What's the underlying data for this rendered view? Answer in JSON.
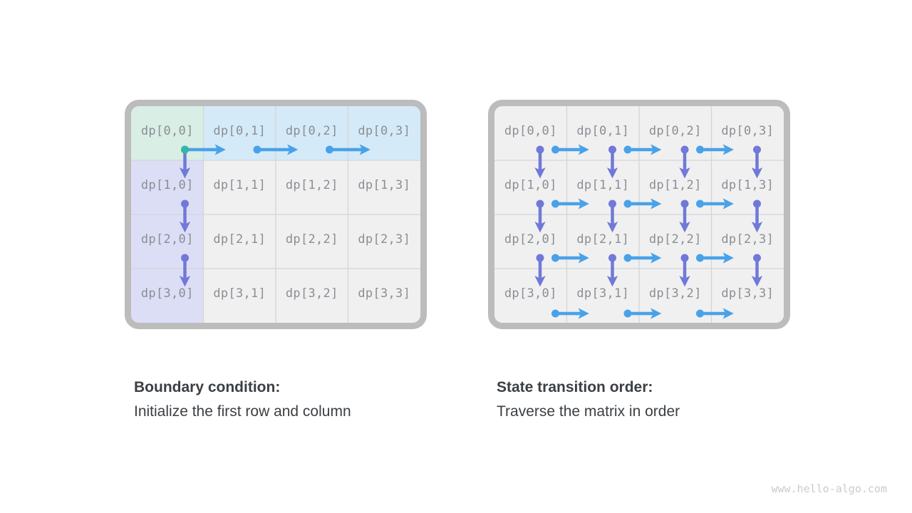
{
  "page": {
    "watermark": "www.hello-algo.com"
  },
  "colors": {
    "blue_arrow": "#49a2e9",
    "purple_arrow": "#7079d8",
    "teal_dot": "#34b8a5",
    "cell_green": "#d9eee4",
    "cell_blue": "#d5eaf8",
    "cell_lavender": "#dcdef6",
    "cell_gray": "#f0f0f1",
    "grid_line": "#d3d5d7",
    "frame": "#bcbcbc",
    "label_text": "#8a8e93",
    "caption_text": "#3b3f43",
    "watermark_text": "#cbcbcb"
  },
  "left_diagram": {
    "caption_title": "Boundary condition:",
    "caption_body": "Initialize the first row and column",
    "grid": {
      "rows": 4,
      "cols": 4
    },
    "cells": [
      {
        "label": "dp[0,0]",
        "bg": "green"
      },
      {
        "label": "dp[0,1]",
        "bg": "blue"
      },
      {
        "label": "dp[0,2]",
        "bg": "blue"
      },
      {
        "label": "dp[0,3]",
        "bg": "blue"
      },
      {
        "label": "dp[1,0]",
        "bg": "lavender"
      },
      {
        "label": "dp[1,1]",
        "bg": "gray"
      },
      {
        "label": "dp[1,2]",
        "bg": "gray"
      },
      {
        "label": "dp[1,3]",
        "bg": "gray"
      },
      {
        "label": "dp[2,0]",
        "bg": "lavender"
      },
      {
        "label": "dp[2,1]",
        "bg": "gray"
      },
      {
        "label": "dp[2,2]",
        "bg": "gray"
      },
      {
        "label": "dp[2,3]",
        "bg": "gray"
      },
      {
        "label": "dp[3,0]",
        "bg": "lavender"
      },
      {
        "label": "dp[3,1]",
        "bg": "gray"
      },
      {
        "label": "dp[3,2]",
        "bg": "gray"
      },
      {
        "label": "dp[3,3]",
        "bg": "gray"
      }
    ],
    "arrows": {
      "right_arrows": [
        {
          "row": 0,
          "from_col": 0,
          "dot_color": "teal"
        },
        {
          "row": 0,
          "from_col": 1,
          "dot_color": "blue"
        },
        {
          "row": 0,
          "from_col": 2,
          "dot_color": "blue"
        }
      ],
      "down_arrows": [
        {
          "col": 0,
          "from_row": 0,
          "dot_color": "teal"
        },
        {
          "col": 0,
          "from_row": 1,
          "dot_color": "purple"
        },
        {
          "col": 0,
          "from_row": 2,
          "dot_color": "purple"
        }
      ]
    }
  },
  "right_diagram": {
    "caption_title": "State transition order:",
    "caption_body": "Traverse the matrix in order",
    "grid": {
      "rows": 4,
      "cols": 4
    },
    "cells": [
      {
        "label": "dp[0,0]",
        "bg": "gray"
      },
      {
        "label": "dp[0,1]",
        "bg": "gray"
      },
      {
        "label": "dp[0,2]",
        "bg": "gray"
      },
      {
        "label": "dp[0,3]",
        "bg": "gray"
      },
      {
        "label": "dp[1,0]",
        "bg": "gray"
      },
      {
        "label": "dp[1,1]",
        "bg": "gray"
      },
      {
        "label": "dp[1,2]",
        "bg": "gray"
      },
      {
        "label": "dp[1,3]",
        "bg": "gray"
      },
      {
        "label": "dp[2,0]",
        "bg": "gray"
      },
      {
        "label": "dp[2,1]",
        "bg": "gray"
      },
      {
        "label": "dp[2,2]",
        "bg": "gray"
      },
      {
        "label": "dp[2,3]",
        "bg": "gray"
      },
      {
        "label": "dp[3,0]",
        "bg": "gray"
      },
      {
        "label": "dp[3,1]",
        "bg": "gray"
      },
      {
        "label": "dp[3,2]",
        "bg": "gray"
      },
      {
        "label": "dp[3,3]",
        "bg": "gray"
      }
    ],
    "arrows": {
      "right_arrows": [
        {
          "row": 0,
          "from_col": 0,
          "dot_color": "blue"
        },
        {
          "row": 0,
          "from_col": 1,
          "dot_color": "blue"
        },
        {
          "row": 0,
          "from_col": 2,
          "dot_color": "blue"
        },
        {
          "row": 1,
          "from_col": 0,
          "dot_color": "blue"
        },
        {
          "row": 1,
          "from_col": 1,
          "dot_color": "blue"
        },
        {
          "row": 1,
          "from_col": 2,
          "dot_color": "blue"
        },
        {
          "row": 2,
          "from_col": 0,
          "dot_color": "blue"
        },
        {
          "row": 2,
          "from_col": 1,
          "dot_color": "blue"
        },
        {
          "row": 2,
          "from_col": 2,
          "dot_color": "blue"
        },
        {
          "row": 3,
          "from_col": 0,
          "dot_color": "blue"
        },
        {
          "row": 3,
          "from_col": 1,
          "dot_color": "blue"
        },
        {
          "row": 3,
          "from_col": 2,
          "dot_color": "blue"
        }
      ],
      "down_arrows": [
        {
          "col": 0,
          "from_row": 0,
          "dot_color": "purple"
        },
        {
          "col": 1,
          "from_row": 0,
          "dot_color": "purple"
        },
        {
          "col": 2,
          "from_row": 0,
          "dot_color": "purple"
        },
        {
          "col": 3,
          "from_row": 0,
          "dot_color": "purple"
        },
        {
          "col": 0,
          "from_row": 1,
          "dot_color": "purple"
        },
        {
          "col": 1,
          "from_row": 1,
          "dot_color": "purple"
        },
        {
          "col": 2,
          "from_row": 1,
          "dot_color": "purple"
        },
        {
          "col": 3,
          "from_row": 1,
          "dot_color": "purple"
        },
        {
          "col": 0,
          "from_row": 2,
          "dot_color": "purple"
        },
        {
          "col": 1,
          "from_row": 2,
          "dot_color": "purple"
        },
        {
          "col": 2,
          "from_row": 2,
          "dot_color": "purple"
        },
        {
          "col": 3,
          "from_row": 2,
          "dot_color": "purple"
        }
      ]
    }
  }
}
